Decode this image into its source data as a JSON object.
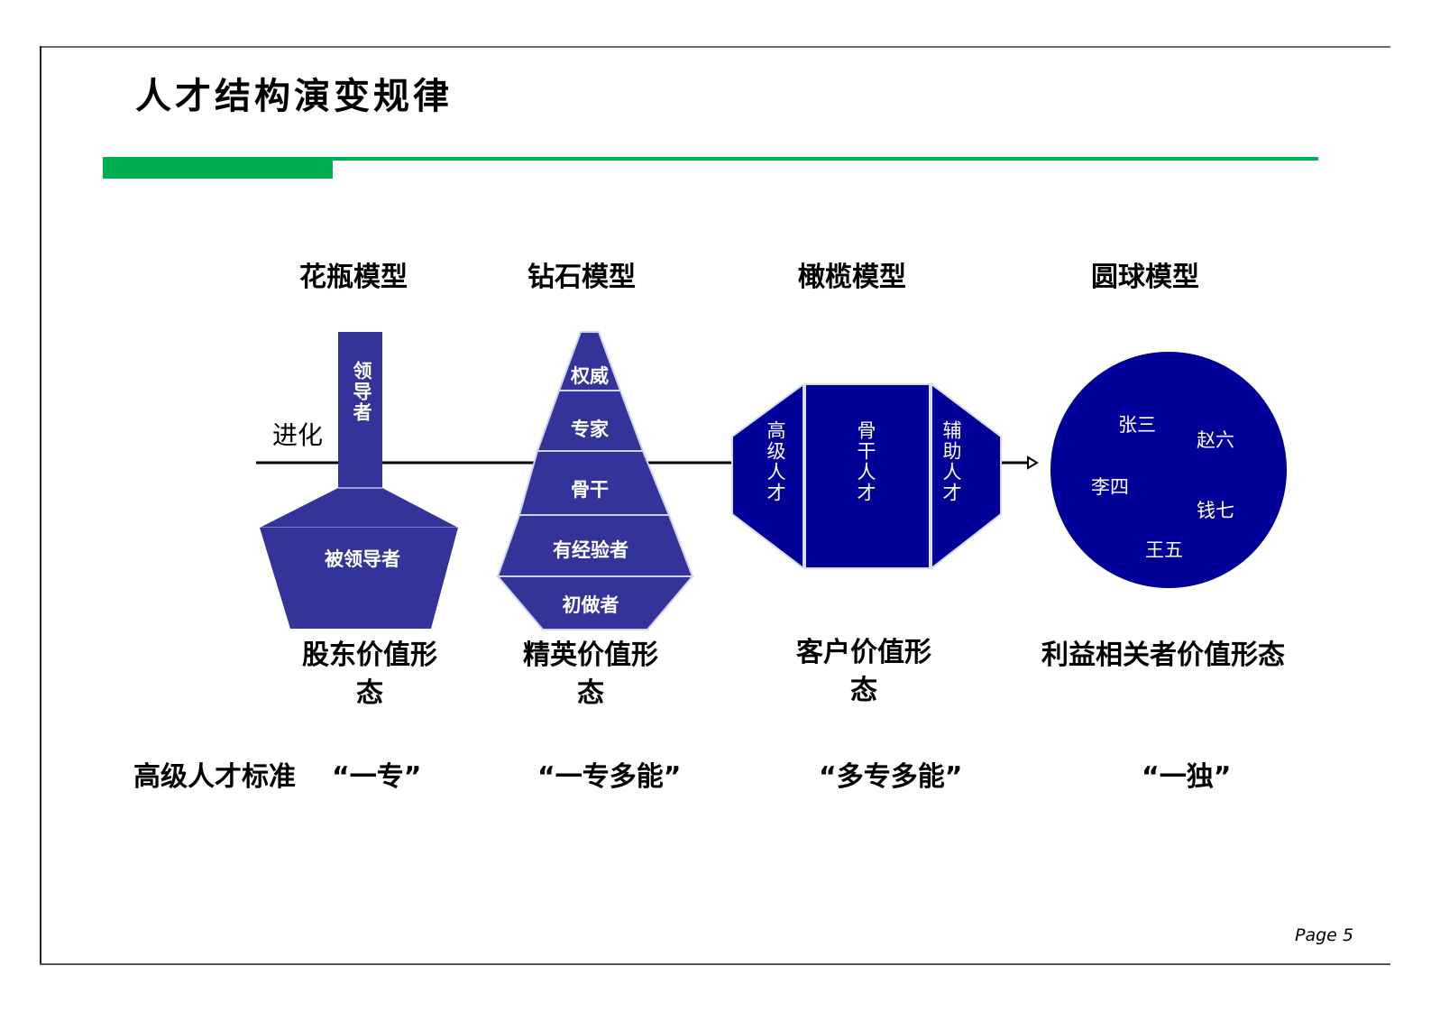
{
  "slide": {
    "title": "人才结构演变规律",
    "page_label": "Page 5",
    "accent_color": "#00b050",
    "shape_color": "#2f2f9a",
    "evolution_label": "进化"
  },
  "models": [
    {
      "name": "花瓶模型",
      "shape": "vase",
      "fill": "#333399",
      "segments": [
        "领导者",
        "被领导者"
      ],
      "value_form_line1": "股东价值形",
      "value_form_line2": "态",
      "standard": "“一专”"
    },
    {
      "name": "钻石模型",
      "shape": "diamond",
      "fill": "#333399",
      "segments": [
        "权威",
        "专家",
        "骨干",
        "有经验者",
        "初做者"
      ],
      "value_form_line1": "精英价值形",
      "value_form_line2": "态",
      "standard": "“一专多能”"
    },
    {
      "name": "橄榄模型",
      "shape": "olive",
      "fill": "#000099",
      "segments": [
        "高级人才",
        "骨干人才",
        "辅助人才"
      ],
      "value_form_line1": "客户价值形",
      "value_form_line2": "态",
      "standard": "“多专多能”"
    },
    {
      "name": "圆球模型",
      "shape": "sphere",
      "fill": "#000099",
      "segments": [
        "张三",
        "赵六",
        "李四",
        "钱七",
        "王五"
      ],
      "value_form_line1": "利益相关者价值形态",
      "value_form_line2": "",
      "standard": "“一独”"
    }
  ],
  "standard_row_label": "高级人才标准"
}
